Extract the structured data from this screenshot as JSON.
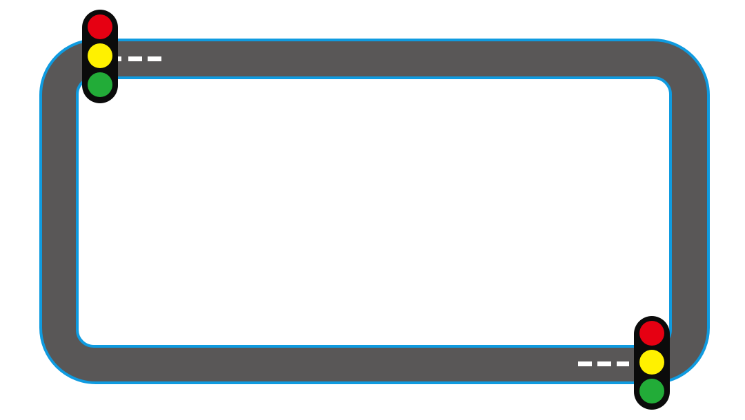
{
  "colors": {
    "road": "#595757",
    "edge": "#0f9be0",
    "field": "#ffffff",
    "dash": "#ffffff",
    "housing": "#0b0b0b",
    "lamp_red": "#e60012",
    "lamp_yellow": "#fff100",
    "lamp_green": "#22ac38"
  },
  "icons": {
    "traffic_light_top": "traffic-light-icon",
    "traffic_light_bottom": "traffic-light-icon"
  },
  "lamps": {
    "red": "red-lamp",
    "yellow": "yellow-lamp",
    "green": "green-lamp"
  }
}
